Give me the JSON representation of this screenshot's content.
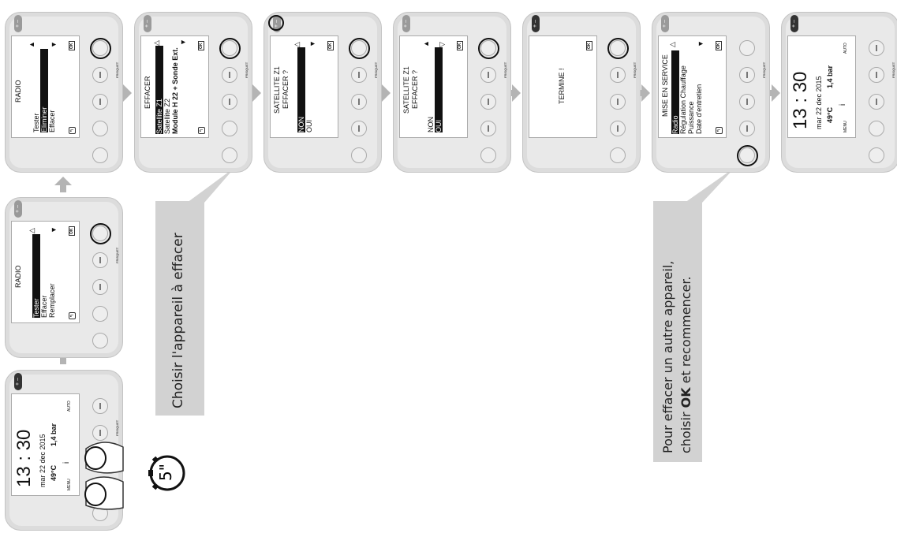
{
  "home": {
    "time": "13 : 30",
    "date": "mar 22 dec 2015",
    "temp": "49°C",
    "pressure": "1,4 bar",
    "menu": "MENU",
    "info": "i",
    "auto": "AUTO",
    "brand": "FRISQUET",
    "plus": "+",
    "minus": "–"
  },
  "timer": {
    "label": "5\""
  },
  "radio_menu": {
    "title": "RADIO",
    "items": [
      "Tester",
      "Effacer",
      "Remplacer"
    ],
    "selected": 0
  },
  "radio_menu2": {
    "title": "RADIO",
    "items": [
      "Tester",
      "Eliminer",
      "Effacer"
    ],
    "selected": 1
  },
  "effacer": {
    "title": "EFFACER",
    "items": [
      "Satellite Z1",
      "Satellite Z2",
      "Module H 22 + Sonde Ext."
    ],
    "selected": 0
  },
  "confirm1": {
    "line1": "SATELLITE Z1",
    "line2": "EFFACER ?",
    "items": [
      "NON",
      "OUI"
    ],
    "selected": 0
  },
  "confirm2": {
    "line1": "SATELLITE Z1",
    "line2": "EFFACER ?",
    "items": [
      "NON",
      "OUI"
    ],
    "selected": 1
  },
  "done": {
    "text": "TERMINE !"
  },
  "mise": {
    "title": "MISE EN SERVICE",
    "items": [
      "Radio",
      "Régulation Chauffage",
      "Puissance",
      "Date d'entretien"
    ],
    "selected": 0
  },
  "ok_label": "OK",
  "callout1": {
    "text": "Choisir l'appareil à effacer"
  },
  "callout2": {
    "line1": "Pour effacer un autre appareil,",
    "line2_pre": "choisir ",
    "line2_bold": "OK",
    "line2_post": " et recommencer."
  }
}
